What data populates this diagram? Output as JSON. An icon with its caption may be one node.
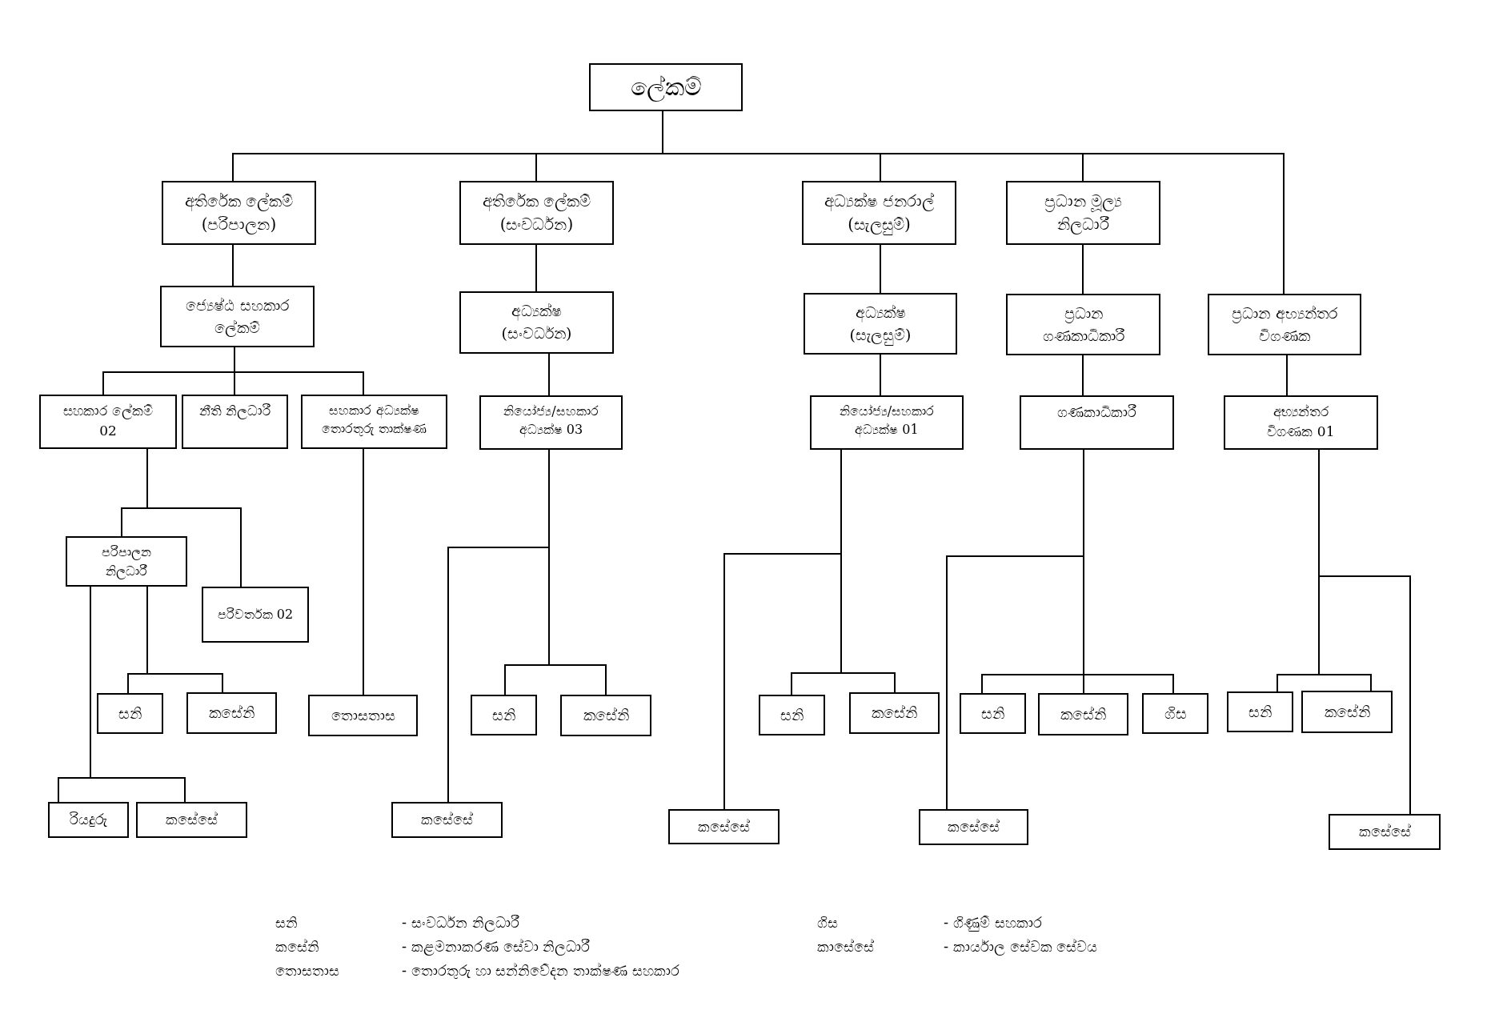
{
  "diagram": {
    "nodes": [
      {
        "text": [
          "ලේකම්"
        ]
      },
      {
        "text": [
          "අතිරේක ලේකම් (පරිපාලන)"
        ]
      },
      {
        "text": [
          "අතිරේක ලේකම් (සංවර්ධන)"
        ]
      },
      {
        "text": [
          "අධ්‍යක්ෂ ජනරාල් (සැලසුම්)"
        ]
      },
      {
        "text": [
          "ප්‍රධාන මූල්‍ය නිලධාරී"
        ]
      },
      {
        "text": [
          "ජ්‍යෙෂ්ඨ සහකාර ලේකම්"
        ]
      },
      {
        "text": [
          "අධ්‍යක්ෂ (සංවර්ධන)"
        ]
      },
      {
        "text": [
          "අධ්‍යක්ෂ (සැලසුම්)"
        ]
      },
      {
        "text": [
          "ප්‍රධාන ගණකාධිකාරී"
        ]
      },
      {
        "text": [
          "ප්‍රධාන අභ්‍යන්තර විගණක"
        ]
      },
      {
        "text": [
          "සහකාර ලේකම් 02"
        ]
      },
      {
        "text": [
          "නීති නිලධාරී"
        ]
      },
      {
        "text": [
          "සහකාර අධ්‍යක්ෂ තොරතුරු තාක්ෂණ"
        ]
      },
      {
        "text": [
          "නියෝජ්‍ය/සහකාර අධ්‍යක්ෂ 03"
        ]
      },
      {
        "text": [
          "නියෝජ්‍ය/සහකාර අධ්‍යක්ෂ 01"
        ]
      },
      {
        "text": [
          "ගණකාධිකාරී"
        ]
      },
      {
        "text": [
          "අභ්‍යන්තර විගණක 01"
        ]
      },
      {
        "text": [
          "පරිපාලන නිලධාරී"
        ]
      },
      {
        "text": [
          "පරිවර්තක 02"
        ]
      },
      {
        "text": [
          "සනි"
        ]
      },
      {
        "text": [
          "කසේනි"
        ]
      },
      {
        "text": [
          "රියදුරු"
        ]
      },
      {
        "text": [
          "කසේසේ"
        ]
      },
      {
        "text": [
          "තොසතාස"
        ]
      },
      {
        "text": [
          "කසේසේ"
        ]
      },
      {
        "text": [
          "සනි"
        ]
      },
      {
        "text": [
          "කසේනි"
        ]
      },
      {
        "text": [
          "කසේසේ"
        ]
      },
      {
        "text": [
          "සනි"
        ]
      },
      {
        "text": [
          "කසේනි"
        ]
      },
      {
        "text": [
          "කසේසේ"
        ]
      },
      {
        "text": [
          "සනි"
        ]
      },
      {
        "text": [
          "කසේනි"
        ]
      },
      {
        "text": [
          "ගිස"
        ]
      },
      {
        "text": [
          "කසේසේ"
        ]
      },
      {
        "text": [
          "සනි"
        ]
      },
      {
        "text": [
          "කසේනි"
        ]
      }
    ],
    "edges": [
      {
        "from": 0,
        "to": 1,
        "arrow": "none"
      },
      {
        "from": 0,
        "to": 2,
        "arrow": "none"
      },
      {
        "from": 0,
        "to": 3,
        "arrow": "none"
      },
      {
        "from": 0,
        "to": 4,
        "arrow": "none"
      },
      {
        "from": 0,
        "to": 9,
        "arrow": "none"
      },
      {
        "from": 1,
        "to": 5,
        "arrow": "none"
      },
      {
        "from": 2,
        "to": 6,
        "arrow": "none"
      },
      {
        "from": 3,
        "to": 7,
        "arrow": "none"
      },
      {
        "from": 4,
        "to": 8,
        "arrow": "none"
      },
      {
        "from": 5,
        "to": 10,
        "arrow": "none"
      },
      {
        "from": 5,
        "to": 11,
        "arrow": "none"
      },
      {
        "from": 5,
        "to": 12,
        "arrow": "none"
      },
      {
        "from": 6,
        "to": 13,
        "arrow": "none"
      },
      {
        "from": 7,
        "to": 14,
        "arrow": "none"
      },
      {
        "from": 8,
        "to": 15,
        "arrow": "none"
      },
      {
        "from": 9,
        "to": 16,
        "arrow": "none"
      },
      {
        "from": 10,
        "to": 17,
        "arrow": "none"
      },
      {
        "from": 10,
        "to": 18,
        "arrow": "none"
      },
      {
        "from": 17,
        "to": 19,
        "arrow": "none"
      },
      {
        "from": 17,
        "to": 20,
        "arrow": "none"
      },
      {
        "from": 17,
        "to": 21,
        "arrow": "none"
      },
      {
        "from": 17,
        "to": 22,
        "arrow": "none"
      },
      {
        "from": 12,
        "to": 23,
        "arrow": "none"
      },
      {
        "from": 13,
        "to": 24,
        "arrow": "none"
      },
      {
        "from": 13,
        "to": 25,
        "arrow": "none"
      },
      {
        "from": 13,
        "to": 26,
        "arrow": "none"
      },
      {
        "from": 14,
        "to": 27,
        "arrow": "none"
      },
      {
        "from": 14,
        "to": 28,
        "arrow": "none"
      },
      {
        "from": 14,
        "to": 29,
        "arrow": "none"
      },
      {
        "from": 15,
        "to": 30,
        "arrow": "none"
      },
      {
        "from": 15,
        "to": 31,
        "arrow": "none"
      },
      {
        "from": 15,
        "to": 32,
        "arrow": "none"
      },
      {
        "from": 15,
        "to": 33,
        "arrow": "none"
      },
      {
        "from": 16,
        "to": 34,
        "arrow": "none"
      },
      {
        "from": 16,
        "to": 35,
        "arrow": "none"
      },
      {
        "from": 16,
        "to": 36,
        "arrow": "none"
      }
    ],
    "labels": [
      "සනි",
      "- සංවර්ධන නිලධාරී",
      "ගිස",
      "- ගිණුම් සහකාර",
      "කසේනි",
      "- කළමනාකරණ සේවා නිලධාරී",
      "කාසේසේ",
      "- කාර්යාල සේවක සේවය",
      "තොසතාස",
      "- තොරතුරු හා සන්නිවේදන තාක්ෂණ සහකාර"
    ]
  }
}
